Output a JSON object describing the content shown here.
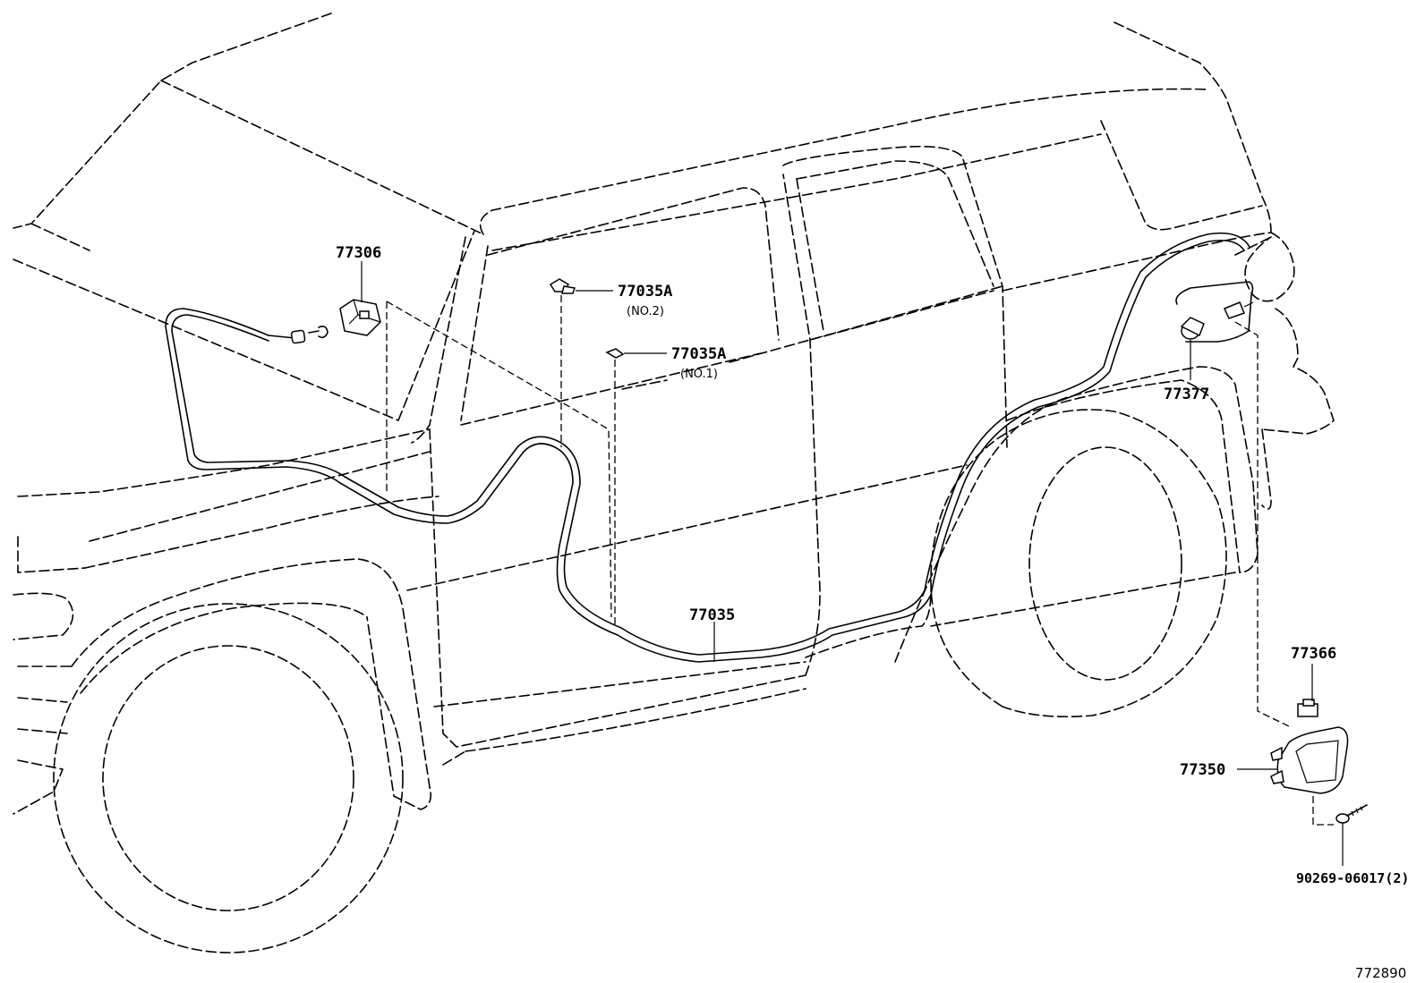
{
  "diagram": {
    "figure_code": "772890",
    "parts": [
      {
        "number": "77306",
        "note": ""
      },
      {
        "number": "77035A",
        "note": "(NO.2)"
      },
      {
        "number": "77035A",
        "note": "(NO.1)"
      },
      {
        "number": "77035",
        "note": ""
      },
      {
        "number": "77377",
        "note": ""
      },
      {
        "number": "77366",
        "note": ""
      },
      {
        "number": "77350",
        "note": ""
      },
      {
        "number": "90269-06017(2)",
        "note": ""
      }
    ]
  }
}
